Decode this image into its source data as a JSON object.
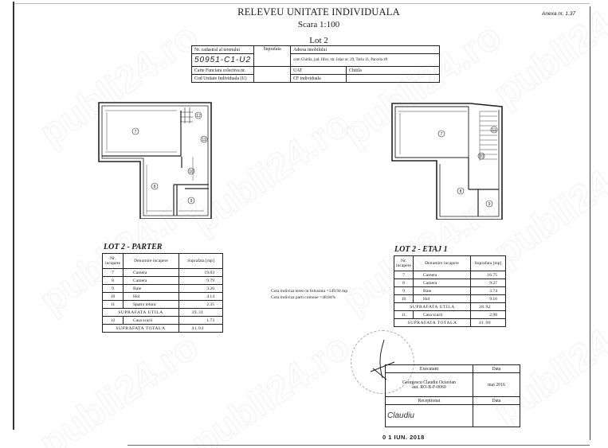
{
  "document": {
    "title": "RELEVEU UNITATE INDIVIDUALA",
    "scale": "Scara 1:100",
    "lot": "Lot 2",
    "annex": "Anexa nr. 1.37"
  },
  "header_table": {
    "cadastral_label": "Nr. cadastral al terenului",
    "cadastral_value": "50951-C1-U2",
    "area_label": "Suprafata",
    "address_label": "Adresa imobilului",
    "address_value": "com Chitila, jud. Ilfov, str. Islaz nr. 29, Tarla 11, Parcela 49",
    "carte_label": "Carte Funciara colectiva nr.",
    "cod_label": "Cod Unitate Individuala (U)",
    "uat_label": "UAT",
    "uat_value": "Chitila",
    "cf_label": "CF individuala"
  },
  "plans": {
    "parter_labels": [
      "7",
      "8",
      "9",
      "10",
      "11",
      "12"
    ],
    "etaj_labels": [
      "7",
      "8",
      "9",
      "10",
      "11"
    ]
  },
  "parter": {
    "title": "LOT 2 - PARTER",
    "headers": [
      "Nr. incapere",
      "Denumire incapere",
      "Suprafata [mp]"
    ],
    "rows": [
      {
        "nr": "7",
        "name": "Camera",
        "area": "19.83"
      },
      {
        "nr": "8",
        "name": "Camera",
        "area": "9.79"
      },
      {
        "nr": "9",
        "name": "Baie",
        "area": "3.20"
      },
      {
        "nr": "10",
        "name": "Hol",
        "area": "4.14"
      },
      {
        "nr": "11",
        "name": "Spatiu tehnic",
        "area": "2.35"
      }
    ],
    "useful_label": "SUPRAFATA UTILA",
    "useful_value": "39.31",
    "extra_row": {
      "nr": "12",
      "name": "Casa scarii",
      "area": "1.73"
    },
    "total_label": "SUPRAFATA TOTALA",
    "total_value": "41.04"
  },
  "etaj": {
    "title": "LOT 2 - ETAJ 1",
    "headers": [
      "Nr. incapere",
      "Denumire incapere",
      "Suprafata [mp]"
    ],
    "rows": [
      {
        "nr": "7",
        "name": "Camera",
        "area": "16.75"
      },
      {
        "nr": "8",
        "name": "Camera",
        "area": "9.27"
      },
      {
        "nr": "9",
        "name": "Baie",
        "area": "3.74"
      },
      {
        "nr": "10",
        "name": "Hol",
        "area": "9.16"
      }
    ],
    "useful_label": "SUPRAFATA UTILA",
    "useful_value": "38.92",
    "extra_row": {
      "nr": "11",
      "name": "Casa scarii",
      "area": "2.98"
    },
    "total_label": "SUPRAFATA TOTALA",
    "total_value": "41.90"
  },
  "cota": {
    "line1": "Cota indiviza teren in folosinta =149.94 mp",
    "line2": "Cota indiviza parti comune =48.84%"
  },
  "executant": {
    "executant_label": "Executant",
    "date_label": "Data",
    "name": "Georgescu Claudiu Octavian",
    "authorization": "aut. RO-B-F-0060",
    "date_value": "mai 2016",
    "reception_label": "Receptionat",
    "reception_date_label": "Data",
    "signature": "Claudiu"
  },
  "date_stamp": "0 1 IUN. 2018",
  "watermark": "publi24.ro"
}
